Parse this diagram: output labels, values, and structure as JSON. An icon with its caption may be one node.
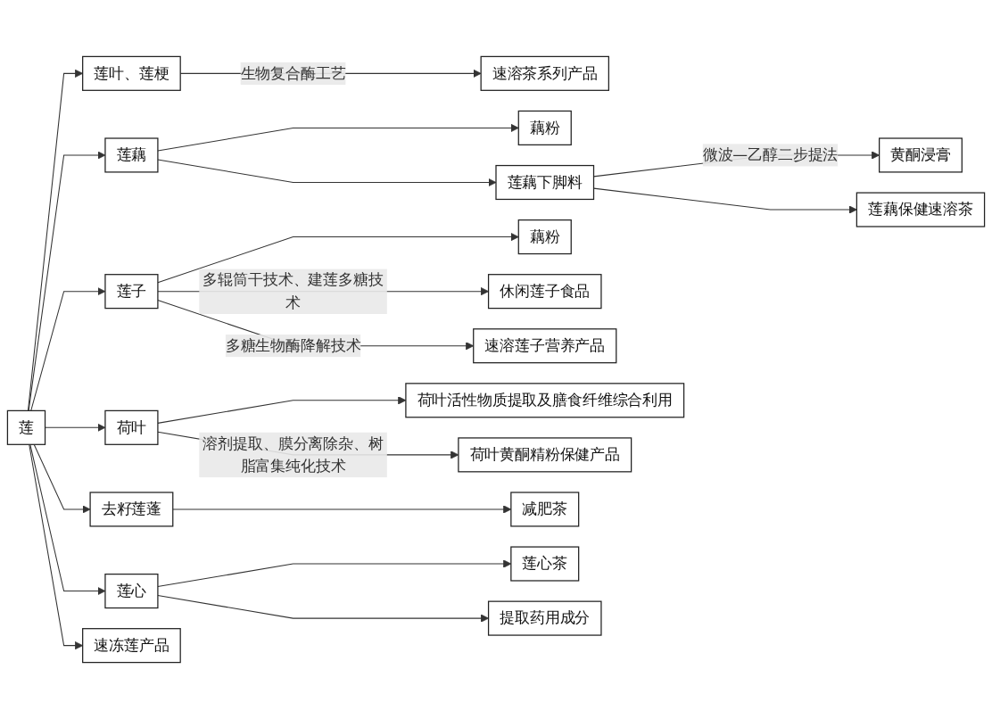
{
  "diagram": {
    "nodes": [
      {
        "text": [
          "莲"
        ]
      },
      {
        "text": [
          "莲叶、莲梗"
        ]
      },
      {
        "text": [
          "速溶茶系列产品"
        ]
      },
      {
        "text": [
          "莲藕"
        ]
      },
      {
        "text": [
          "藕粉"
        ]
      },
      {
        "text": [
          "莲藕下脚料"
        ]
      },
      {
        "text": [
          "黄酮浸膏"
        ]
      },
      {
        "text": [
          "莲藕保健速溶茶"
        ]
      },
      {
        "text": [
          "莲子"
        ]
      },
      {
        "text": [
          "藕粉"
        ]
      },
      {
        "text": [
          "休闲莲子食品"
        ]
      },
      {
        "text": [
          "速溶莲子营养产品"
        ]
      },
      {
        "text": [
          "荷叶"
        ]
      },
      {
        "text": [
          "荷叶活性物质提取及膳食纤维综合利用"
        ]
      },
      {
        "text": [
          "荷叶黄酮精粉保健产品"
        ]
      },
      {
        "text": [
          "去籽莲蓬"
        ]
      },
      {
        "text": [
          "减肥茶"
        ]
      },
      {
        "text": [
          "莲心"
        ]
      },
      {
        "text": [
          "莲心茶"
        ]
      },
      {
        "text": [
          "提取药用成分"
        ]
      },
      {
        "text": [
          "速冻莲产品"
        ]
      }
    ],
    "edges": [
      {
        "from": 0,
        "to": 1,
        "arrow": "to"
      },
      {
        "from": 0,
        "to": 3,
        "arrow": "to"
      },
      {
        "from": 0,
        "to": 8,
        "arrow": "to"
      },
      {
        "from": 0,
        "to": 12,
        "arrow": "to"
      },
      {
        "from": 0,
        "to": 15,
        "arrow": "to"
      },
      {
        "from": 0,
        "to": 17,
        "arrow": "to"
      },
      {
        "from": 0,
        "to": 20,
        "arrow": "to"
      },
      {
        "from": 1,
        "to": 2,
        "label": "生物复合酶工艺",
        "arrow": "to"
      },
      {
        "from": 3,
        "to": 4,
        "arrow": "to"
      },
      {
        "from": 3,
        "to": 5,
        "arrow": "to"
      },
      {
        "from": 5,
        "to": 6,
        "label": "微波—乙醇二步提法",
        "arrow": "to"
      },
      {
        "from": 5,
        "to": 7,
        "arrow": "to"
      },
      {
        "from": 8,
        "to": 9,
        "arrow": "to"
      },
      {
        "from": 8,
        "to": 10,
        "label": "多辊筒干技术、建莲多糖技术",
        "arrow": "to"
      },
      {
        "from": 8,
        "to": 11,
        "label": "多糖生物酶降解技术",
        "arrow": "to"
      },
      {
        "from": 12,
        "to": 13,
        "arrow": "to"
      },
      {
        "from": 12,
        "to": 14,
        "label": "溶剂提取、膜分离除杂、树脂富集纯化技术",
        "arrow": "to"
      },
      {
        "from": 15,
        "to": 16,
        "arrow": "to"
      },
      {
        "from": 17,
        "to": 18,
        "arrow": "to"
      },
      {
        "from": 17,
        "to": 19,
        "arrow": "to"
      }
    ]
  }
}
